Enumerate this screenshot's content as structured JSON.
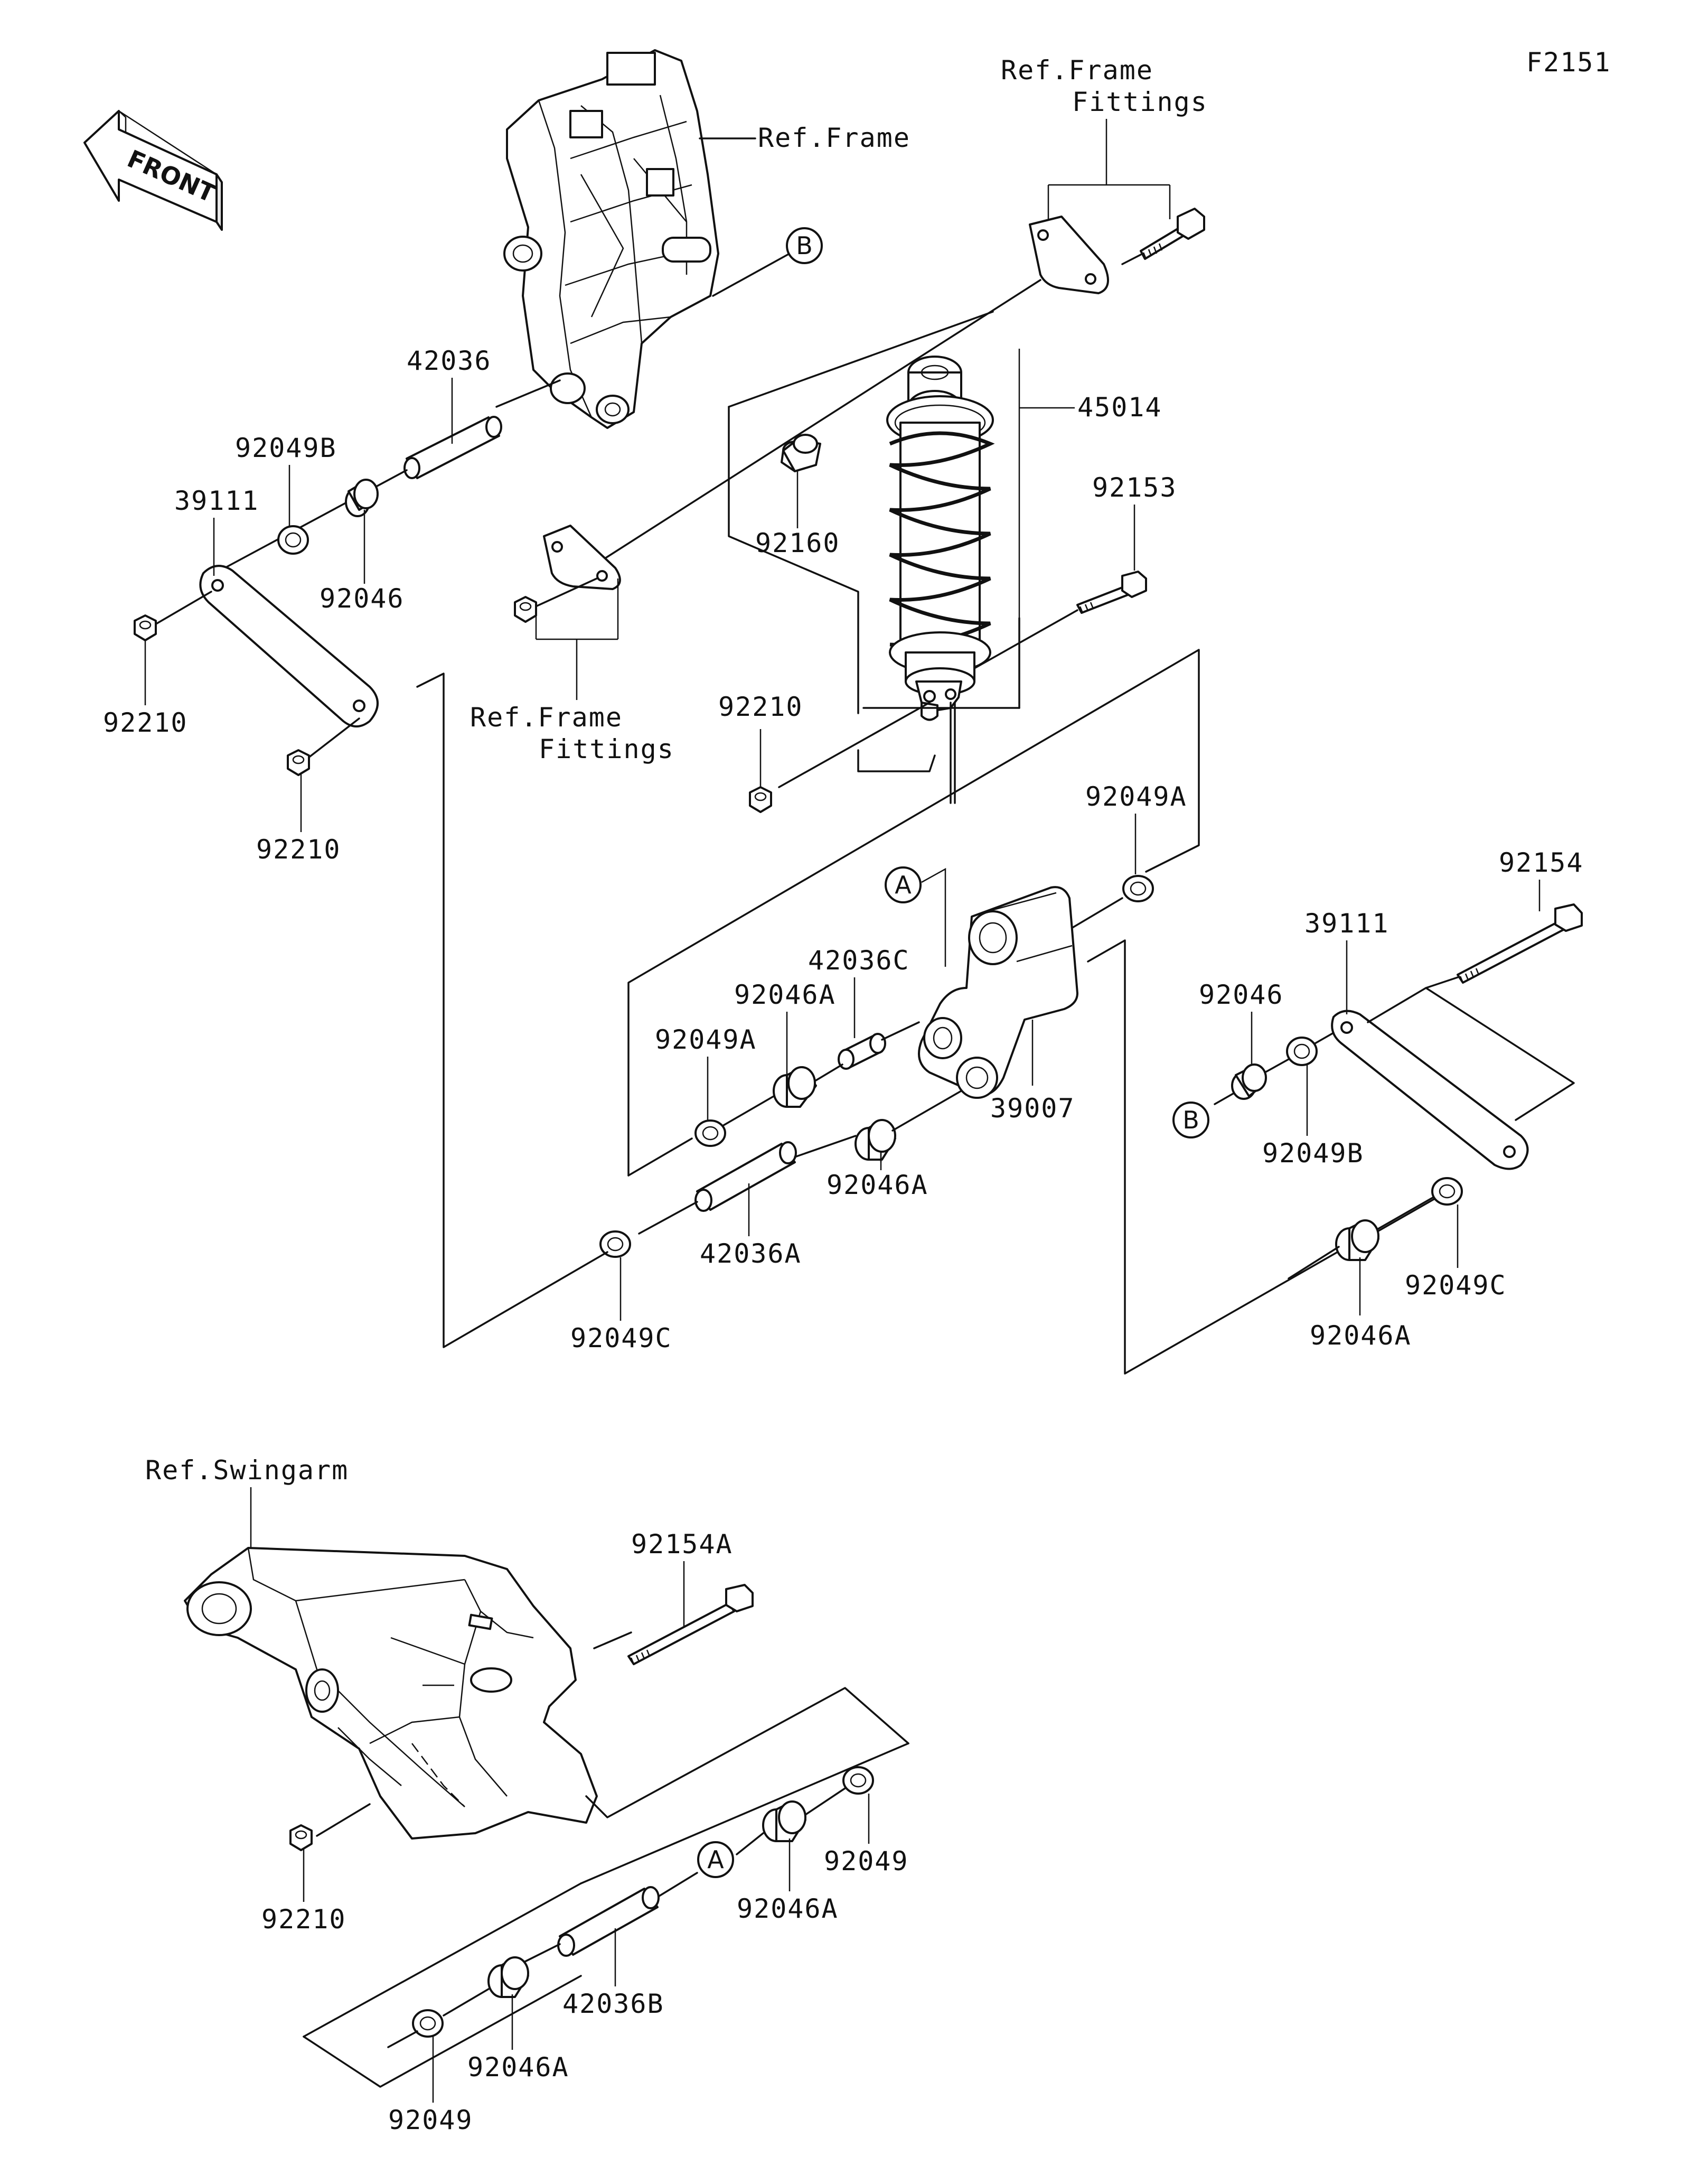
{
  "figure_code": "F2151",
  "front_arrow_label": "FRONT",
  "callouts": {
    "ref_frame": "Ref.Frame",
    "ref_frame_fittings_top_1": "Ref.Frame",
    "ref_frame_fittings_top_2": "Fittings",
    "ref_frame_fittings_left_1": "Ref.Frame",
    "ref_frame_fittings_left_2": "Fittings",
    "ref_swingarm": "Ref.Swingarm"
  },
  "markers": {
    "a": "A",
    "b": "B"
  },
  "parts": {
    "p42036": "42036",
    "p92049b_l": "92049B",
    "p39111_l": "39111",
    "p92046_l": "92046",
    "p92210_a": "92210",
    "p92210_b": "92210",
    "p45014": "45014",
    "p92153": "92153",
    "p92160": "92160",
    "p92210_c": "92210",
    "p92049a_r": "92049A",
    "p42036c": "42036C",
    "p92046a_c": "92046A",
    "p92049a_l": "92049A",
    "p39007": "39007",
    "p92046a_d": "92046A",
    "p42036a": "42036A",
    "p92049c_l": "92049C",
    "p92154": "92154",
    "p39111_r": "39111",
    "p92046_r": "92046",
    "p92049b_r": "92049B",
    "p92049c_r": "92049C",
    "p92046a_r": "92046A",
    "p92154a": "92154A",
    "p92210_d": "92210",
    "p92049_r": "92049",
    "p92046a_e": "92046A",
    "p42036b": "42036B",
    "p92046a_f": "92046A",
    "p92049_l": "92049"
  }
}
